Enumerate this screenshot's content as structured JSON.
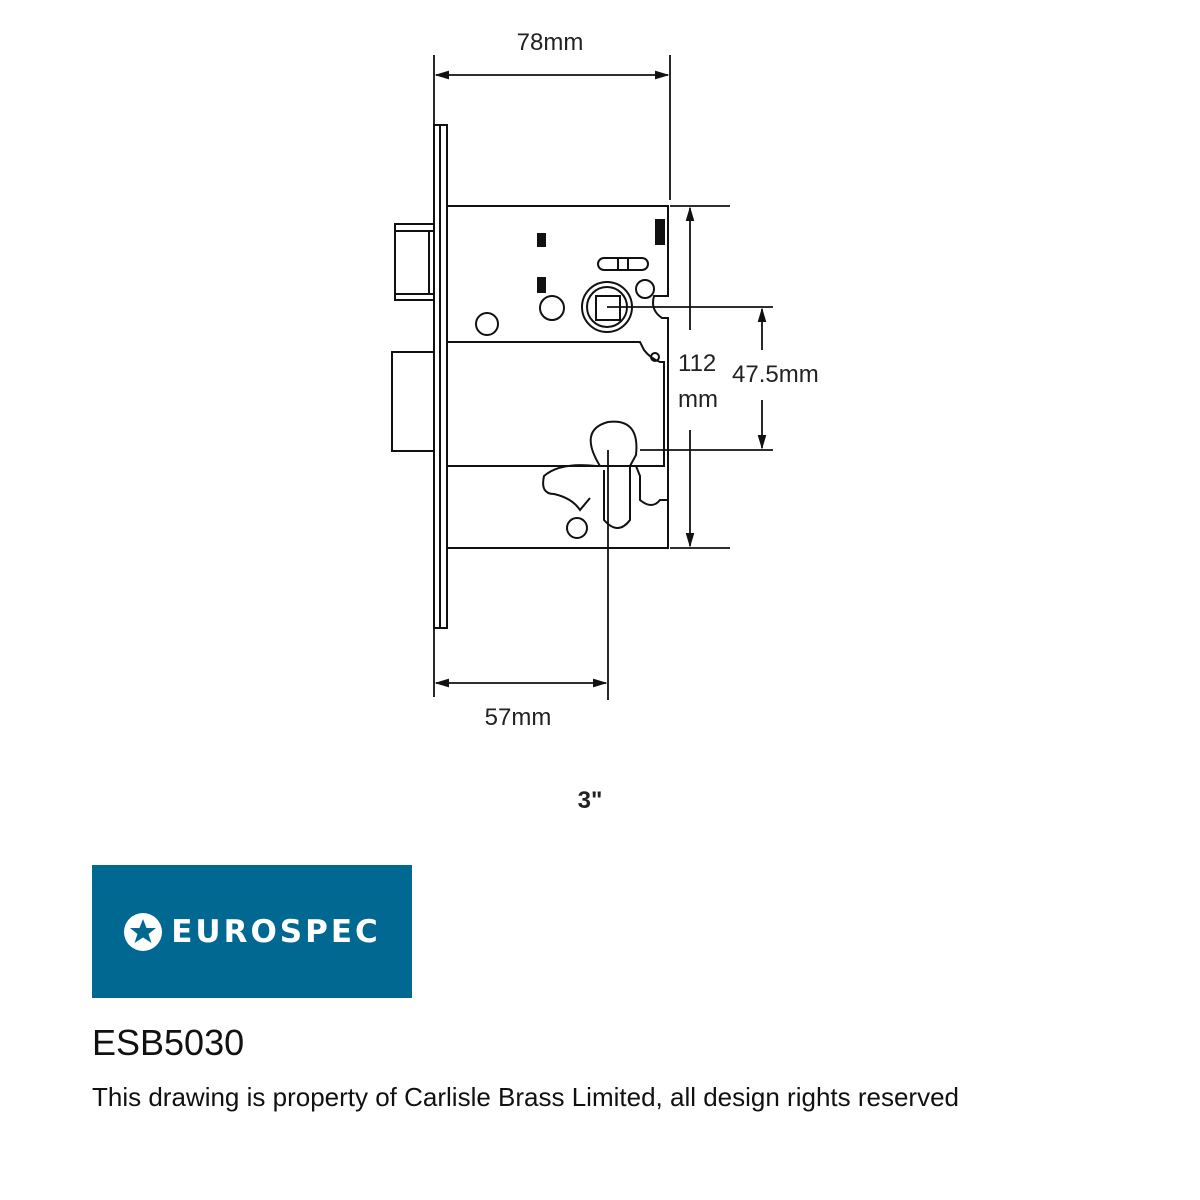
{
  "dimensions": {
    "width": "78mm",
    "height_value": "112",
    "height_unit": "mm",
    "centres": "47.5mm",
    "backset": "57mm",
    "size_label": "3\""
  },
  "logo": {
    "brand": "EUROSPEC",
    "color": "#006891"
  },
  "product_code": "ESB5030",
  "caption": "This drawing is property of Carlisle Brass Limited, all design rights reserved"
}
